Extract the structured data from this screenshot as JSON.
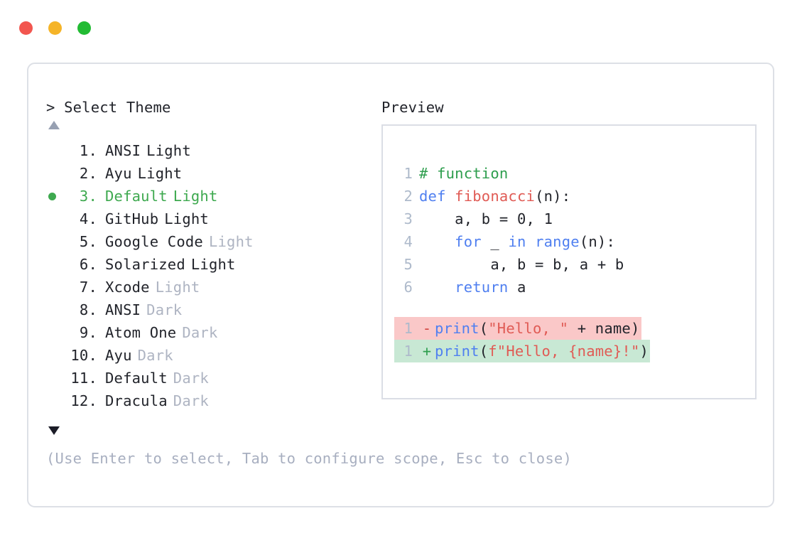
{
  "window": {
    "dots": [
      {
        "name": "close",
        "color": "#F2564F"
      },
      {
        "name": "minimize",
        "color": "#F5B428"
      },
      {
        "name": "maximize",
        "color": "#22BB33"
      }
    ]
  },
  "prompt": {
    "select_header": "> Select Theme",
    "preview_header": "Preview",
    "scroll_up_icon": "triangle-up",
    "scroll_down_icon": "triangle-down",
    "footer_hint": "(Use Enter to select, Tab to configure scope, Esc to close)",
    "selected_index": 3,
    "themes": [
      {
        "index": "1.",
        "name": "ANSI",
        "variant": "Light",
        "variant_muted": false,
        "selected": false
      },
      {
        "index": "2.",
        "name": "Ayu",
        "variant": "Light",
        "variant_muted": false,
        "selected": false
      },
      {
        "index": "3.",
        "name": "Default",
        "variant": "Light",
        "variant_muted": false,
        "selected": true
      },
      {
        "index": "4.",
        "name": "GitHub",
        "variant": "Light",
        "variant_muted": false,
        "selected": false
      },
      {
        "index": "5.",
        "name": "Google Code",
        "variant": "Light",
        "variant_muted": true,
        "selected": false
      },
      {
        "index": "6.",
        "name": "Solarized",
        "variant": "Light",
        "variant_muted": false,
        "selected": false
      },
      {
        "index": "7.",
        "name": "Xcode",
        "variant": "Light",
        "variant_muted": true,
        "selected": false
      },
      {
        "index": "8.",
        "name": "ANSI",
        "variant": "Dark",
        "variant_muted": true,
        "selected": false
      },
      {
        "index": "9.",
        "name": "Atom One",
        "variant": "Dark",
        "variant_muted": true,
        "selected": false
      },
      {
        "index": "10.",
        "name": "Ayu",
        "variant": "Dark",
        "variant_muted": true,
        "selected": false
      },
      {
        "index": "11.",
        "name": "Default",
        "variant": "Dark",
        "variant_muted": true,
        "selected": false
      },
      {
        "index": "12.",
        "name": "Dracula",
        "variant": "Dark",
        "variant_muted": true,
        "selected": false
      }
    ]
  },
  "preview": {
    "code_lines": [
      {
        "number": "1",
        "tokens": [
          {
            "t": "# function",
            "k": "comment"
          }
        ]
      },
      {
        "number": "2",
        "tokens": [
          {
            "t": "def ",
            "k": "keyword"
          },
          {
            "t": "fibonacci",
            "k": "function"
          },
          {
            "t": "(n):",
            "k": "plain"
          }
        ]
      },
      {
        "number": "3",
        "tokens": [
          {
            "t": "    a, b = 0, 1",
            "k": "plain"
          }
        ]
      },
      {
        "number": "4",
        "tokens": [
          {
            "t": "    ",
            "k": "plain"
          },
          {
            "t": "for",
            "k": "keyword"
          },
          {
            "t": " _ ",
            "k": "plain"
          },
          {
            "t": "in",
            "k": "keyword"
          },
          {
            "t": " ",
            "k": "plain"
          },
          {
            "t": "range",
            "k": "builtin"
          },
          {
            "t": "(n):",
            "k": "plain"
          }
        ]
      },
      {
        "number": "5",
        "tokens": [
          {
            "t": "        a, b = b, a + b",
            "k": "plain"
          }
        ]
      },
      {
        "number": "6",
        "tokens": [
          {
            "t": "    ",
            "k": "plain"
          },
          {
            "t": "return",
            "k": "keyword"
          },
          {
            "t": " a",
            "k": "plain"
          }
        ]
      }
    ],
    "diff_lines": [
      {
        "number": "1",
        "marker": "-",
        "type": "removed",
        "tokens": [
          {
            "t": "print",
            "k": "builtin"
          },
          {
            "t": "(",
            "k": "plain"
          },
          {
            "t": "\"Hello, \"",
            "k": "string"
          },
          {
            "t": " + name)",
            "k": "plain"
          }
        ]
      },
      {
        "number": "1",
        "marker": "+",
        "type": "added",
        "tokens": [
          {
            "t": "print",
            "k": "builtin"
          },
          {
            "t": "(",
            "k": "plain"
          },
          {
            "t": "f\"Hello, {name}!\"",
            "k": "string"
          },
          {
            "t": ")",
            "k": "plain"
          }
        ]
      }
    ]
  },
  "colors": {
    "accent_green": "#3EA94F",
    "muted_text": "#AEB4C2",
    "hint_text": "#A8AFC0",
    "border": "#DDE0E6",
    "diff_removed_bg": "#FAC8C8",
    "diff_added_bg": "#C8E8D4",
    "keyword": "#4F7FF0",
    "string": "#E05B55",
    "comment": "#2E9E4E",
    "function": "#E05B55"
  }
}
